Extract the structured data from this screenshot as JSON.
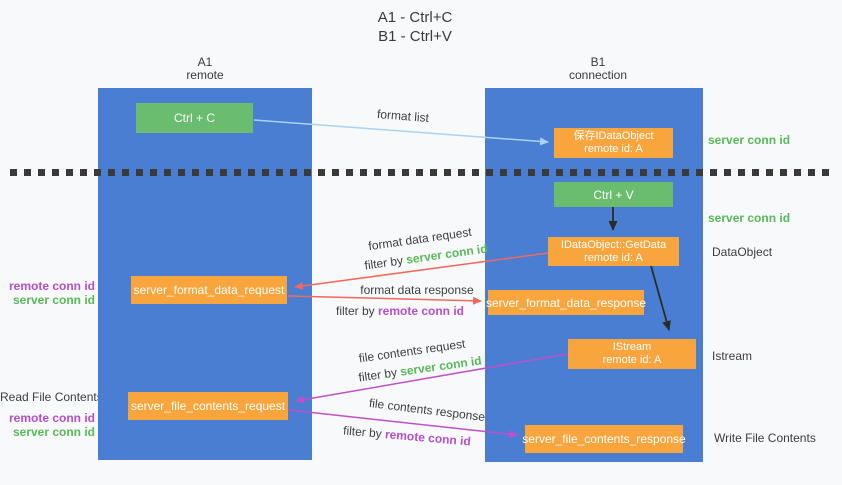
{
  "title": {
    "line1": "A1 - Ctrl+C",
    "line2": "B1 - Ctrl+V"
  },
  "lifelines": {
    "a1": {
      "name": "A1",
      "role": "remote"
    },
    "b1": {
      "name": "B1",
      "role": "connection"
    }
  },
  "nodes": {
    "ctrl_c": {
      "label": "Ctrl + C"
    },
    "save_dataobject": {
      "line1": "保存IDataObject",
      "line2": "remote id: A"
    },
    "ctrl_v": {
      "label": "Ctrl + V"
    },
    "getdata": {
      "line1": "IDataObject::GetData",
      "line2": "remote id: A"
    },
    "format_request": {
      "label": "server_format_data_request"
    },
    "format_response": {
      "label": "server_format_data_response"
    },
    "istream": {
      "line1": "IStream",
      "line2": "remote id: A"
    },
    "file_request": {
      "label": "server_file_contents_request"
    },
    "file_response": {
      "label": "server_file_contents_response"
    }
  },
  "arrow_labels": {
    "format_list": "format list",
    "format_data_request": "format data request",
    "format_data_request_filter_prefix": "filter by ",
    "format_data_request_filter_key": "server conn id",
    "format_data_response": "format data response",
    "format_data_response_filter_prefix": "filter by ",
    "format_data_response_filter_key": "remote conn id",
    "file_contents_request": "file contents request",
    "file_contents_request_filter_prefix": "filter by ",
    "file_contents_request_filter_key": "server conn id",
    "file_contents_response": "file contents response",
    "file_contents_response_filter_prefix": "filter by ",
    "file_contents_response_filter_key": "remote conn id"
  },
  "side_labels": {
    "right_server_conn_1": "server conn id",
    "right_server_conn_2": "server conn id",
    "dataobject": "DataObject",
    "istream": "Istream",
    "write_file_contents": "Write File Contents",
    "left_remote_conn_1": "remote conn id",
    "left_server_conn_1": "server conn id",
    "read_file_contents": "Read File Contents",
    "left_remote_conn_2": "remote conn id",
    "left_server_conn_2": "server conn id"
  },
  "colors": {
    "lifeline_blue": "#4a7ed3",
    "action_green": "#6abc6e",
    "message_orange": "#f7a53c",
    "arrow_blue": "#a9d3f0",
    "arrow_red": "#f1695c",
    "arrow_magenta": "#c050c8",
    "arrow_black": "#2b2b2b",
    "key_green_text": "#57b957",
    "key_purple_text": "#b44fc8"
  }
}
